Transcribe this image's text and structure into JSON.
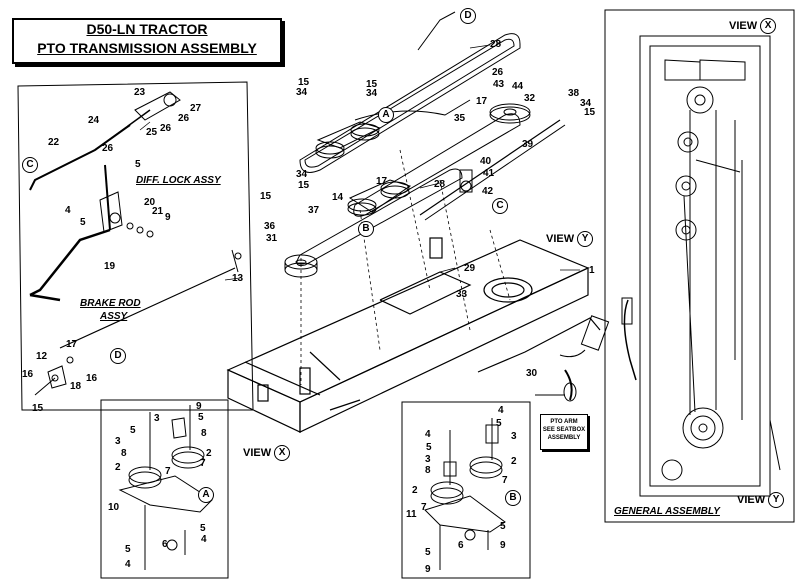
{
  "title": {
    "line1": "D50-LN TRACTOR",
    "line2": "PTO TRANSMISSION ASSEMBLY"
  },
  "captions": {
    "diff_lock": "DIFF. LOCK ASSY",
    "brake_rod_1": "BRAKE ROD",
    "brake_rod_2": "ASSY",
    "general": "GENERAL ASSEMBLY"
  },
  "pto_note": {
    "l1": "PTO ARM",
    "l2": "SEE SEATBOX",
    "l3": "ASSEMBLY"
  },
  "views": {
    "view_label": "VIEW",
    "x": "X",
    "y": "Y"
  },
  "callouts": {
    "a": "A",
    "b": "B",
    "c": "C",
    "d": "D"
  },
  "labels": [
    "1",
    "2",
    "3",
    "4",
    "5",
    "6",
    "7",
    "8",
    "9",
    "10",
    "11",
    "12",
    "13",
    "14",
    "15",
    "16",
    "17",
    "18",
    "19",
    "20",
    "21",
    "22",
    "23",
    "24",
    "25",
    "26",
    "27",
    "28",
    "29",
    "30",
    "31",
    "32",
    "33",
    "34",
    "35",
    "36",
    "37",
    "38",
    "39",
    "40",
    "41",
    "42",
    "43",
    "44"
  ]
}
